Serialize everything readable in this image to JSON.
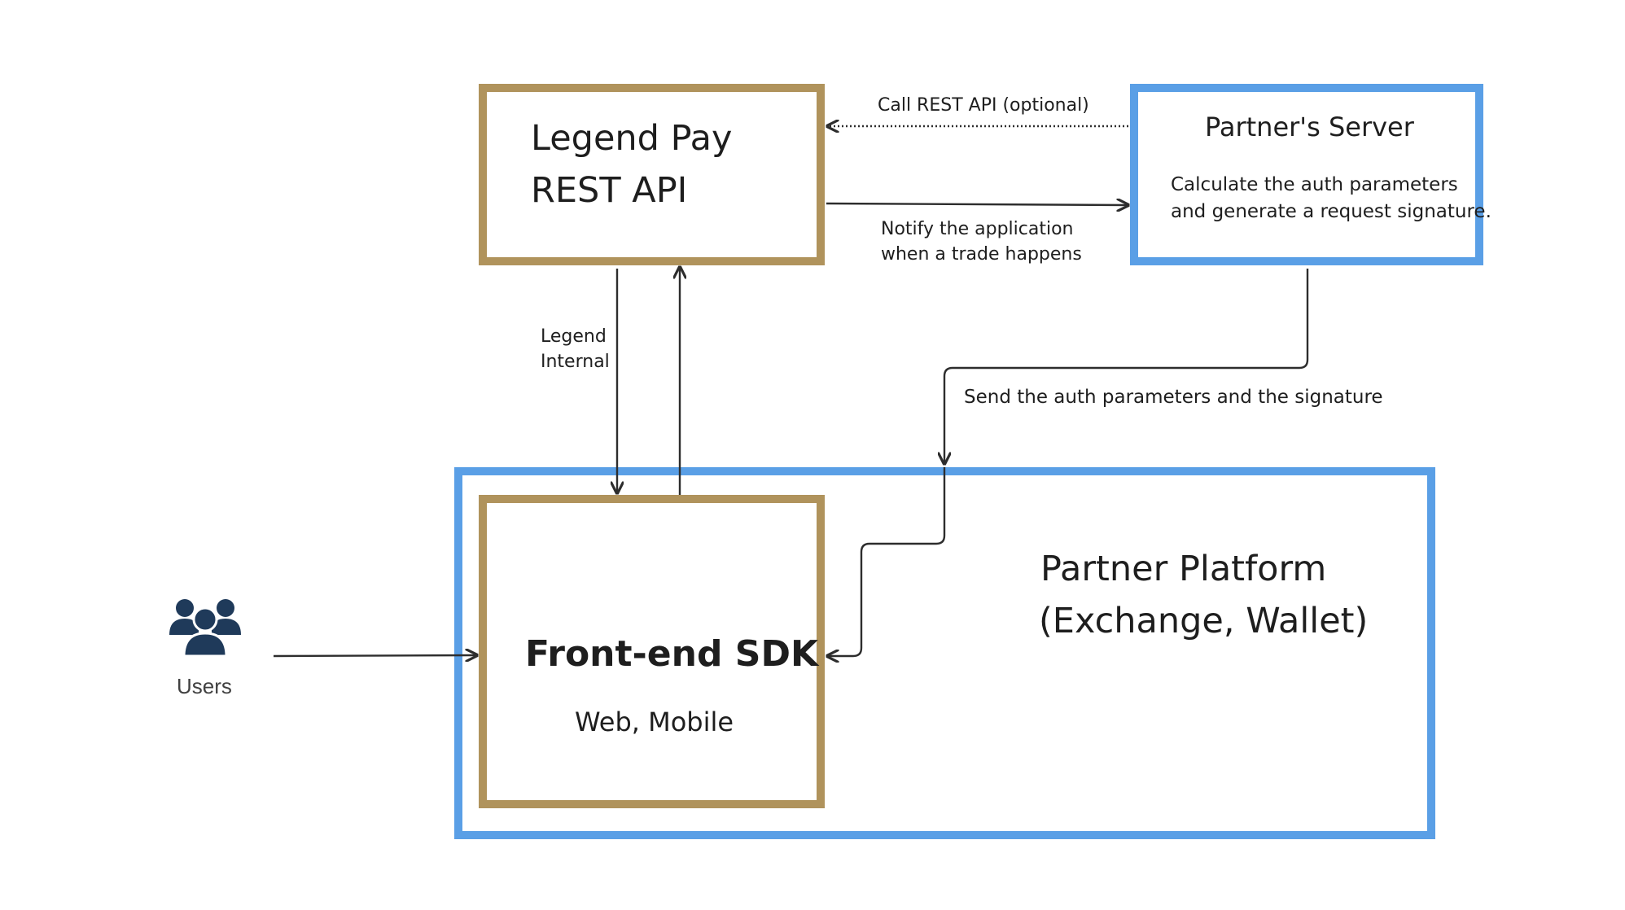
{
  "nodes": {
    "legend_api": {
      "line1": "Legend Pay",
      "line2": "REST API"
    },
    "partner_server": {
      "title": "Partner's Server",
      "desc_line1": "Calculate the auth parameters",
      "desc_line2": "and generate a request signature."
    },
    "sdk": {
      "title": "Front-end SDK",
      "subtitle": "Web, Mobile"
    },
    "partner_platform": {
      "line1": "Partner Platform",
      "line2": "(Exchange, Wallet)"
    },
    "users": {
      "label": "Users",
      "icon": "users-group-icon"
    }
  },
  "edges": {
    "call_rest": "Call REST API (optional)",
    "notify_line1": "Notify the application",
    "notify_line2": "when a trade happens",
    "legend_internal_line1": "Legend",
    "legend_internal_line2": "Internal",
    "send_auth": "Send the auth parameters and the signature"
  },
  "colors": {
    "gold": "#b0935c",
    "blue": "#5a9fe6",
    "line": "#2d2d2d",
    "icon": "#1f3a5a"
  }
}
